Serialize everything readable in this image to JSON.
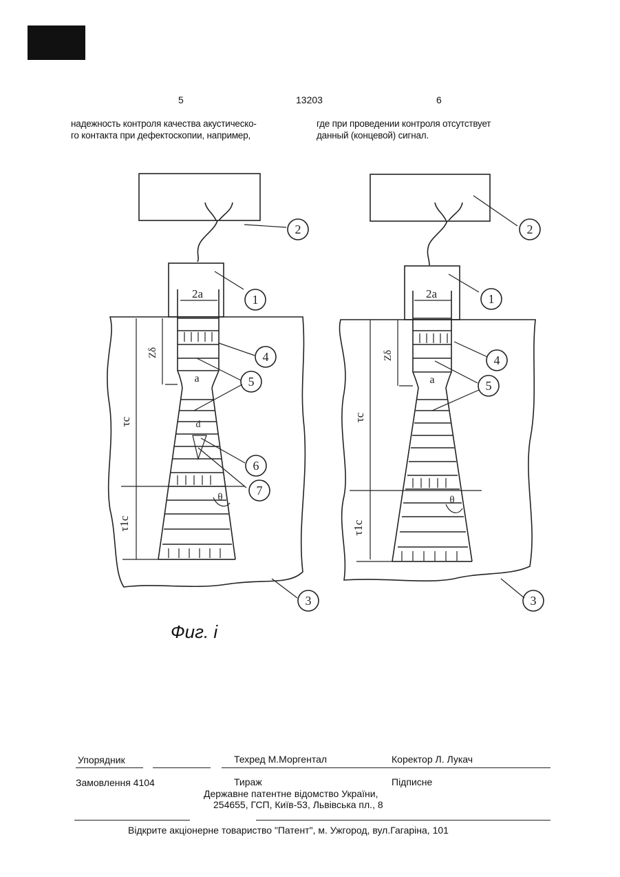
{
  "header": {
    "page_left": "5",
    "doc_number": "13203",
    "page_right": "6"
  },
  "text": {
    "col1_line1": "надежность контроля качества акустическо-",
    "col1_line2": "го контакта при дефектоскопии, например,",
    "col2_line1": "где при проведении контроля отсутствует",
    "col2_line2": "данный (концевой) сигнал."
  },
  "figure": {
    "caption": "Фиг. і",
    "labels": {
      "n1": "1",
      "n2": "2",
      "n3": "3",
      "n4": "4",
      "n5": "5",
      "n6": "6",
      "n7": "7",
      "width_2a": "2a",
      "width_a": "a",
      "width_d": "d",
      "angle": "θ",
      "dim_z": "Zδ",
      "dim_tc": "τc",
      "dim_t1c": "τ1c"
    }
  },
  "footer": {
    "compiler_label": "Упорядник",
    "tech_editor": "Техред М.Моргентал",
    "corrector": "Коректор Л. Лукач",
    "order": "Замовлення 4104",
    "circulation": "Тираж",
    "subscription": "Підписне",
    "office_line1": "Державне патентне відомство України,",
    "office_line2": "254655, ГСП, Київ-53, Львівська пл., 8",
    "printer": "Відкрите акціонерне товариство \"Патент\", м. Ужгород, вул.Гагаріна, 101"
  }
}
